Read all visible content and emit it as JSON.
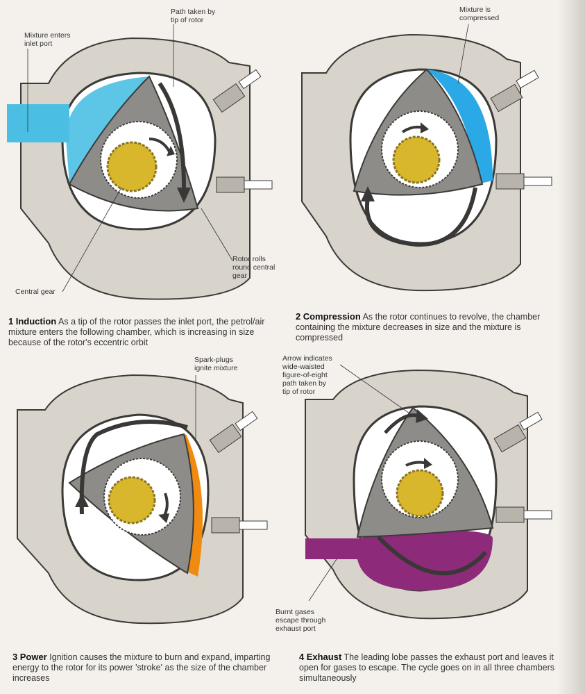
{
  "panels": [
    {
      "number": "1",
      "title": "Induction",
      "text": "As a tip of the rotor passes the inlet port, the petrol/air mixture enters the following chamber, which is increasing in size because of the rotor's eccentric orbit",
      "labels": {
        "inlet": "Mixture enters\ninlet port",
        "path": "Path taken by\ntip of rotor",
        "rolls": "Rotor rolls\nround central\ngear",
        "gear": "Central gear"
      },
      "chamber_color": "#4bbfe3"
    },
    {
      "number": "2",
      "title": "Compression",
      "text": "As the rotor continues to revolve, the chamber containing the mixture decreases in size and the mixture is compressed",
      "labels": {
        "compressed": "Mixture is\ncompressed"
      },
      "chamber_color": "#2aa9e6"
    },
    {
      "number": "3",
      "title": "Power",
      "text": "Ignition causes the mixture to burn and expand, imparting energy to the rotor for its power 'stroke' as the size of the chamber increases",
      "labels": {
        "spark": "Spark-plugs\nignite mixture"
      },
      "chamber_color": "#f08a10"
    },
    {
      "number": "4",
      "title": "Exhaust",
      "text": "The leading lobe passes the exhaust port and leaves it open for gases to escape. The cycle goes on in all three chambers simultaneously",
      "labels": {
        "arrow": "Arrow indicates\nwide-waisted\nfigure-of-eight\npath taken by\ntip of rotor",
        "burnt": "Burnt gases\nescape through\nexhaust port"
      },
      "chamber_color": "#8e2a7a"
    }
  ],
  "colors": {
    "housing": "#d8d4cc",
    "housing_edge": "#3c3a37",
    "rotor": "#8d8c88",
    "gear_outer": "#ffffff",
    "gear_inner": "#d9b72c",
    "arrow": "#3a3836"
  }
}
